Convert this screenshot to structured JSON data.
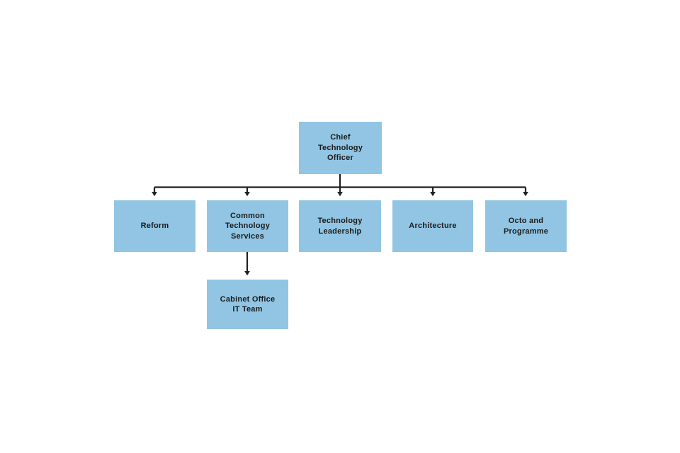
{
  "chart_data": {
    "type": "diagram",
    "diagram_type": "organisation-chart",
    "orientation": "top-down",
    "node_fill_color": "#92c5e3",
    "node_text_color": "#1b1b1b",
    "connector_color": "#231f20",
    "background_color": "#ffffff",
    "levels": [
      [
        "chief-technology-officer"
      ],
      [
        "reform",
        "common-technology-services",
        "technology-leadership",
        "architecture",
        "octo-and-programme"
      ],
      [
        "cabinet-office-it-team"
      ]
    ],
    "edges": [
      {
        "from": "chief-technology-officer",
        "to": "reform"
      },
      {
        "from": "chief-technology-officer",
        "to": "common-technology-services"
      },
      {
        "from": "chief-technology-officer",
        "to": "technology-leadership"
      },
      {
        "from": "chief-technology-officer",
        "to": "architecture"
      },
      {
        "from": "chief-technology-officer",
        "to": "octo-and-programme"
      },
      {
        "from": "common-technology-services",
        "to": "cabinet-office-it-team"
      }
    ]
  },
  "nodes": {
    "cto": {
      "id": "chief-technology-officer",
      "label": "Chief\nTechnology\nOfficer",
      "level": 1
    },
    "reform": {
      "id": "reform",
      "label": "Reform",
      "level": 2
    },
    "common_technology_services": {
      "id": "common-technology-services",
      "label": "Common\nTechnology\nServices",
      "level": 2
    },
    "technology_leadership": {
      "id": "technology-leadership",
      "label": "Technology\nLeadership",
      "level": 2
    },
    "architecture": {
      "id": "architecture",
      "label": "Architecture",
      "level": 2
    },
    "octo_and_programme": {
      "id": "octo-and-programme",
      "label": "Octo and\nProgramme",
      "level": 2
    },
    "cabinet_office_it_team": {
      "id": "cabinet-office-it-team",
      "label": "Cabinet Office\nIT Team",
      "level": 3
    }
  }
}
